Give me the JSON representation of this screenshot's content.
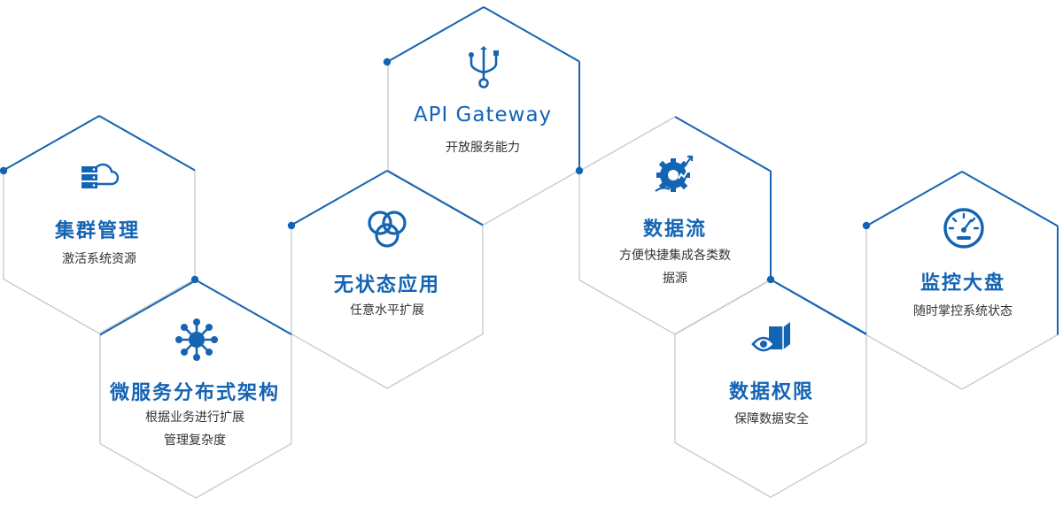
{
  "colors": {
    "accent": "#1464b4",
    "border_gray": "#c8c8c8",
    "text": "#333333"
  },
  "hexagons": [
    {
      "id": "cluster",
      "title": "集群管理",
      "desc_lines": [
        "激活系统资源"
      ],
      "icon": "server-cloud-icon"
    },
    {
      "id": "micro",
      "title": "微服务分布式架构",
      "desc_lines": [
        "根据业务进行扩展",
        "管理复杂度"
      ],
      "icon": "network-hub-icon"
    },
    {
      "id": "stateless",
      "title": "无状态应用",
      "desc_lines": [
        "任意水平扩展"
      ],
      "icon": "circles-icon"
    },
    {
      "id": "gateway",
      "title": "API Gateway",
      "desc_lines": [
        "开放服务能力"
      ],
      "icon": "usb-fork-icon"
    },
    {
      "id": "stream",
      "title": "数据流",
      "desc_lines": [
        "方便快捷集成各类数",
        "据源"
      ],
      "icon": "gear-flow-icon"
    },
    {
      "id": "perm",
      "title": "数据权限",
      "desc_lines": [
        "保障数据安全"
      ],
      "icon": "eye-box-icon"
    },
    {
      "id": "monitor",
      "title": "监控大盘",
      "desc_lines": [
        "随时掌控系统状态"
      ],
      "icon": "gauge-icon"
    }
  ]
}
